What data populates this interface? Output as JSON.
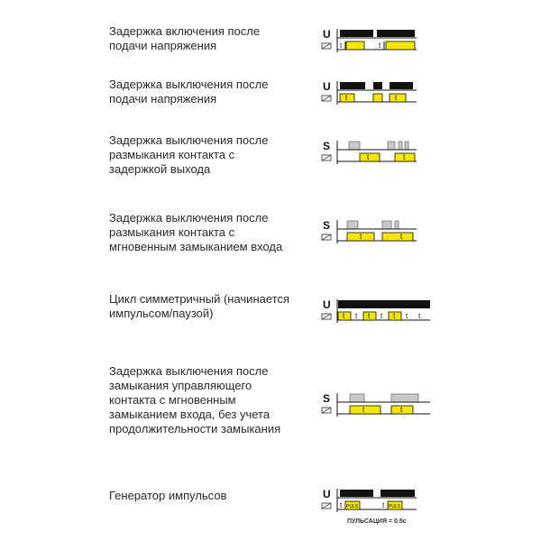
{
  "rows": [
    {
      "description": "Задержка включения после подачи напряжения",
      "signal": "U",
      "t_labels": [
        "t",
        "t"
      ]
    },
    {
      "description": "Задержка выключения после подачи напряжения",
      "signal": "U",
      "t_labels": [
        "t",
        "t"
      ]
    },
    {
      "description": "Задержка выключения после размыкания контакта с задержкой выхода",
      "signal": "S",
      "t_labels": [
        "t",
        "t"
      ]
    },
    {
      "description": "Задержка выключения после размыкания контакта с мгновенным замыканием входа",
      "signal": "S",
      "t_labels": [
        "t",
        "t"
      ]
    },
    {
      "description": "Цикл симметричный (начинается импульсом/паузой)",
      "signal": "U",
      "t_labels": [
        "t",
        "t",
        "t",
        "t",
        "t",
        "t",
        "t"
      ]
    },
    {
      "description": "Задержка выключения после замыкания управляющего контакта с мгновенным замыканием входа, без учета продолжительности замыкания",
      "signal": "S",
      "t_labels": [
        "t",
        "t"
      ]
    },
    {
      "description": "Генератор импульсов",
      "signal": "U",
      "t_labels": [
        "t",
        "t"
      ],
      "pulse_labels": [
        "PULS",
        "PULS"
      ],
      "note": "ПУЛЬСАЦИЯ = 0.5с"
    }
  ],
  "colors": {
    "yellow": "#f5e600",
    "black": "#111111",
    "gray": "#c8c8c8",
    "text": "#2b2b2b"
  },
  "icons": {
    "relay": "relay-coil-icon"
  }
}
